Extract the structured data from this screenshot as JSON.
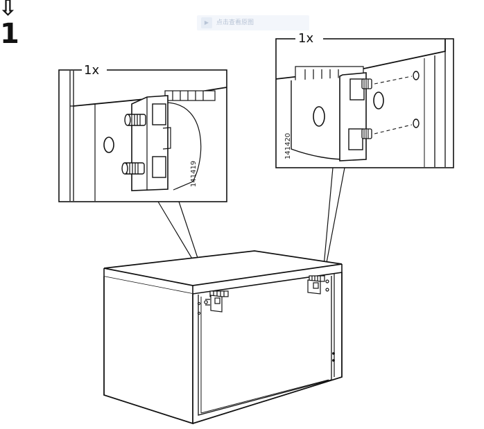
{
  "step": {
    "arrow_glyph": "⇩",
    "number": "1"
  },
  "callout_left": {
    "quantity": "1x",
    "part_number": "141419"
  },
  "callout_right": {
    "quantity": "1x",
    "part_number": "141420"
  },
  "overlay_chip": {
    "icon": "play-icon",
    "text": "点击查看原图"
  },
  "colors": {
    "line": "#111111",
    "panel_gray": "#dcdcdc",
    "light_gray": "#eeeeee"
  }
}
